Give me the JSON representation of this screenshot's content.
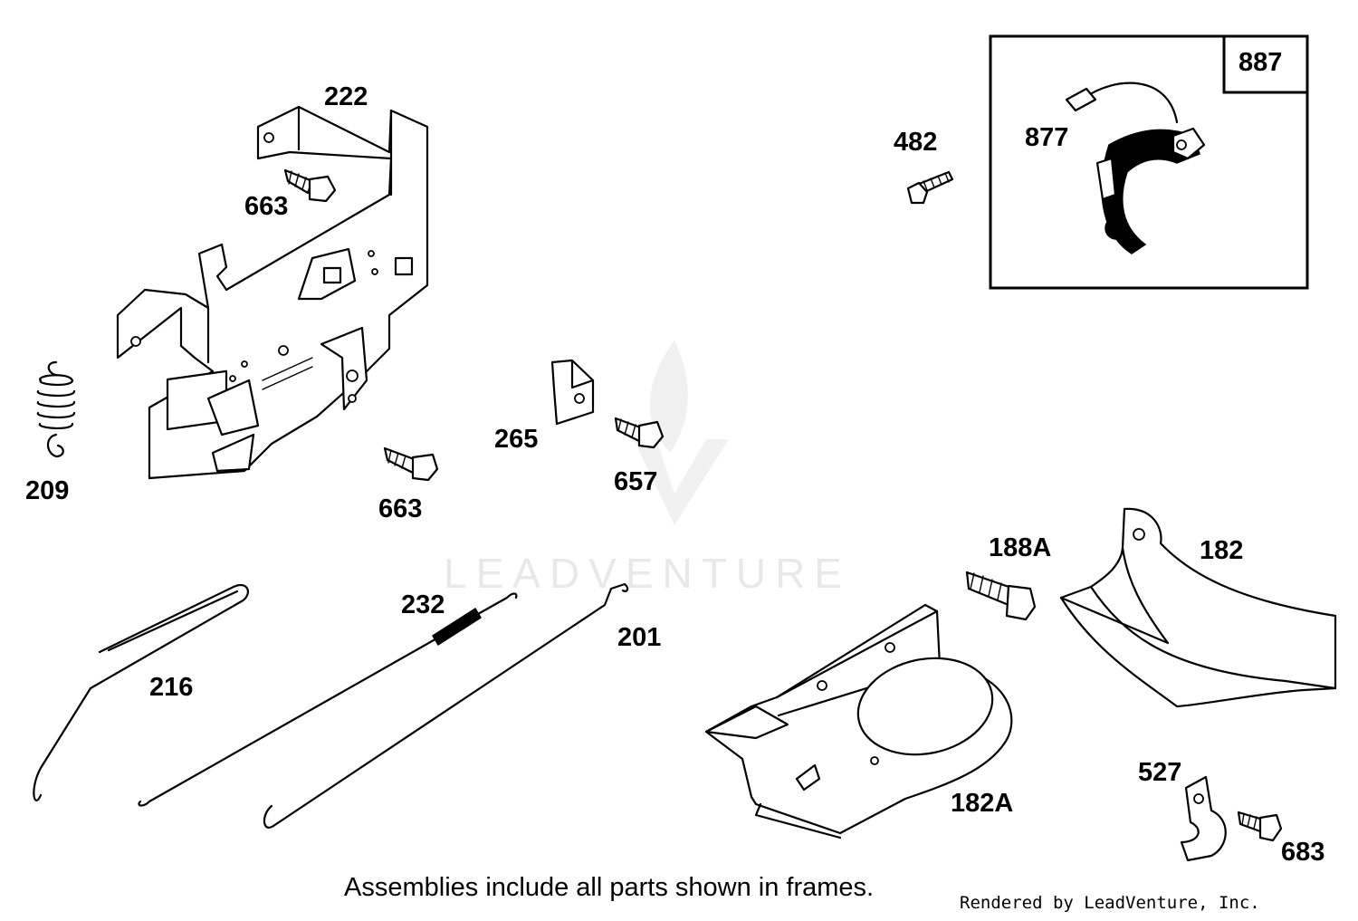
{
  "diagram": {
    "assembly_box_label": "887",
    "labels": {
      "p222": "222",
      "p663a": "663",
      "p209": "209",
      "p663b": "663",
      "p265": "265",
      "p657": "657",
      "p482": "482",
      "p877": "877",
      "p188a": "188A",
      "p182": "182",
      "p232": "232",
      "p201": "201",
      "p216": "216",
      "p182a": "182A",
      "p527": "527",
      "p683": "683"
    },
    "footer_note": "Assemblies include all parts shown in frames.",
    "credit": "Rendered by LeadVenture, Inc.",
    "watermark": "LEADVENTURE"
  }
}
